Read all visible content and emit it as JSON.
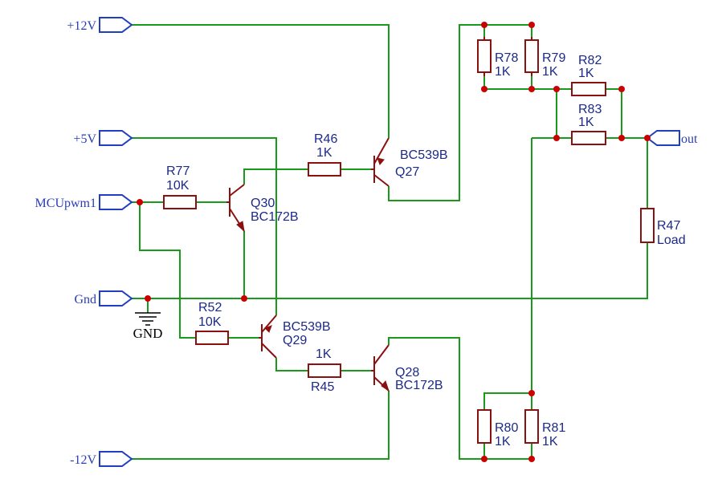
{
  "ports": {
    "p12v": "+12V",
    "p5v": "+5V",
    "mcu": "MCUpwm1",
    "gnd": "Gnd",
    "m12v": "-12V",
    "out": "out"
  },
  "ground_symbol": "GND",
  "resistors": {
    "r77": {
      "ref": "R77",
      "value": "10K"
    },
    "r46": {
      "ref": "R46",
      "value": "1K"
    },
    "r52": {
      "ref": "R52",
      "value": "10K"
    },
    "r45": {
      "ref": "R45",
      "value": "1K"
    },
    "r78": {
      "ref": "R78",
      "value": "1K"
    },
    "r79": {
      "ref": "R79",
      "value": "1K"
    },
    "r82": {
      "ref": "R82",
      "value": "1K"
    },
    "r83": {
      "ref": "R83",
      "value": "1K"
    },
    "r47": {
      "ref": "R47",
      "value": "Load"
    },
    "r80": {
      "ref": "R80",
      "value": "1K"
    },
    "r81": {
      "ref": "R81",
      "value": "1K"
    }
  },
  "transistors": {
    "q27": {
      "ref": "Q27",
      "part": "BC539B"
    },
    "q30": {
      "ref": "Q30",
      "part": "BC172B"
    },
    "q29": {
      "ref": "Q29",
      "part": "BC539B"
    },
    "q28": {
      "ref": "Q28",
      "part": "BC172B"
    }
  },
  "colors": {
    "wire": "#1a9a1a",
    "component": "#8b1010",
    "junction": "#cc0000",
    "port": "#1f3fbf",
    "label": "#1b2a88"
  }
}
